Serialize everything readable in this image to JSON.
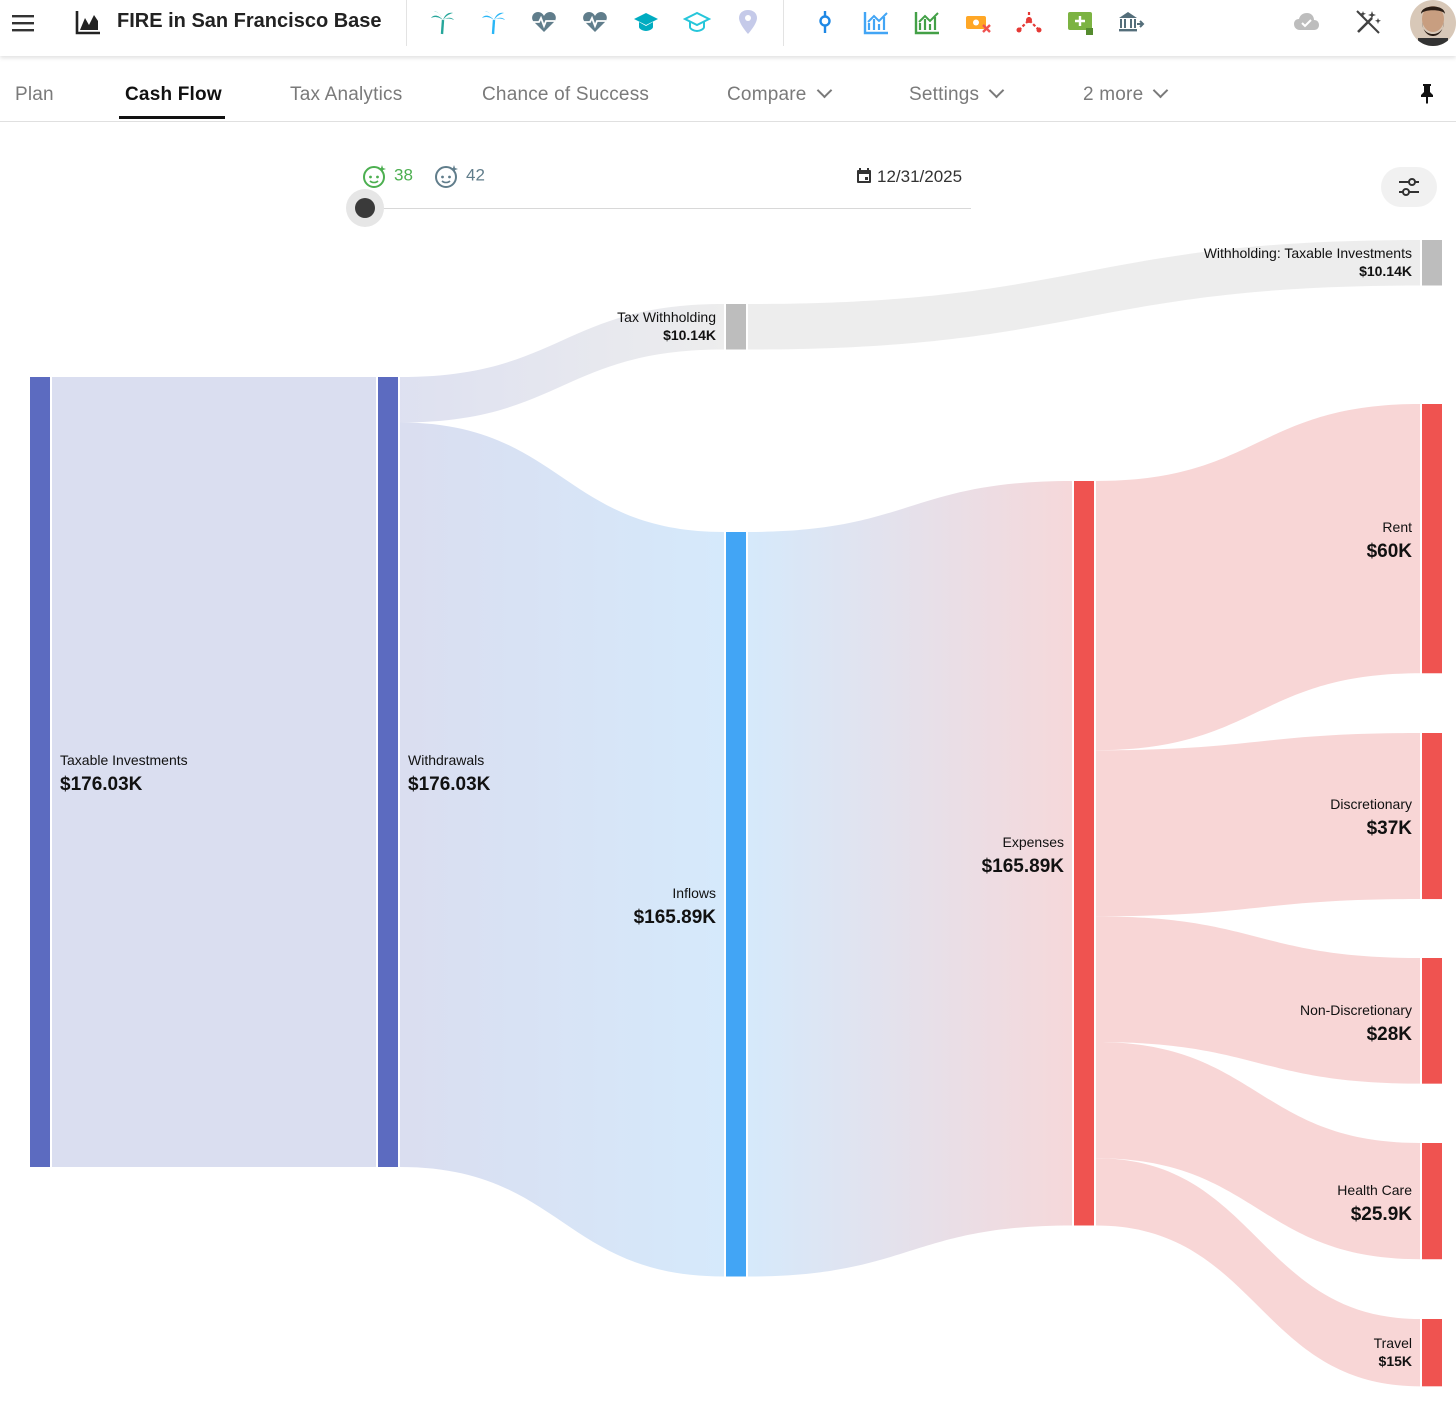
{
  "app": {
    "title": "FIRE in San Francisco Base"
  },
  "toolbar": {
    "icons": [
      "palm-tree-icon",
      "palm-tree-outline-icon",
      "heart-pulse-icon",
      "heart-pulse-outline-icon",
      "graduation-cap-icon",
      "graduation-cap-outline-icon",
      "map-pin-icon",
      "commit-icon",
      "chart-up-icon",
      "chart-up-green-icon",
      "money-off-icon",
      "split-icon",
      "add-card-icon",
      "bank-transfer-icon",
      "cloud-done-icon",
      "magic-off-icon"
    ]
  },
  "tabs": [
    {
      "label": "Plan",
      "active": false
    },
    {
      "label": "Cash Flow",
      "active": true
    },
    {
      "label": "Tax Analytics",
      "active": false
    },
    {
      "label": "Chance of Success",
      "active": false
    },
    {
      "label": "Compare",
      "active": false,
      "dropdown": true
    },
    {
      "label": "Settings",
      "active": false,
      "dropdown": true
    },
    {
      "label": "2 more",
      "active": false,
      "dropdown": true
    }
  ],
  "timeline": {
    "age_self": "38",
    "age_partner": "42",
    "date": "12/31/2025",
    "position": 0
  },
  "colors": {
    "taxable": "#5c6bc0",
    "inflows": "#42a5f5",
    "expenses": "#ef5350",
    "withholding": "#bdbdbd",
    "green_accent": "#4caf50",
    "gray_accent": "#607d8b"
  },
  "chart_data": {
    "type": "sankey",
    "nodes": [
      {
        "id": "taxable",
        "label": "Taxable Investments",
        "value": "$176.03K",
        "amount": 176.03
      },
      {
        "id": "withdrawals",
        "label": "Withdrawals",
        "value": "$176.03K",
        "amount": 176.03
      },
      {
        "id": "tax_withholding",
        "label": "Tax Withholding",
        "value": "$10.14K",
        "amount": 10.14
      },
      {
        "id": "withholding_taxable",
        "label": "Withholding: Taxable Investments",
        "value": "$10.14K",
        "amount": 10.14
      },
      {
        "id": "inflows",
        "label": "Inflows",
        "value": "$165.89K",
        "amount": 165.89
      },
      {
        "id": "expenses",
        "label": "Expenses",
        "value": "$165.89K",
        "amount": 165.89
      },
      {
        "id": "rent",
        "label": "Rent",
        "value": "$60K",
        "amount": 60
      },
      {
        "id": "discretionary",
        "label": "Discretionary",
        "value": "$37K",
        "amount": 37
      },
      {
        "id": "non_discretionary",
        "label": "Non-Discretionary",
        "value": "$28K",
        "amount": 28
      },
      {
        "id": "health_care",
        "label": "Health Care",
        "value": "$25.9K",
        "amount": 25.9
      },
      {
        "id": "travel",
        "label": "Travel",
        "value": "$15K",
        "amount": 15
      }
    ],
    "links": [
      {
        "source": "taxable",
        "target": "withdrawals",
        "value": 176.03
      },
      {
        "source": "withdrawals",
        "target": "tax_withholding",
        "value": 10.14
      },
      {
        "source": "withdrawals",
        "target": "inflows",
        "value": 165.89
      },
      {
        "source": "tax_withholding",
        "target": "withholding_taxable",
        "value": 10.14
      },
      {
        "source": "inflows",
        "target": "expenses",
        "value": 165.89
      },
      {
        "source": "expenses",
        "target": "rent",
        "value": 60
      },
      {
        "source": "expenses",
        "target": "discretionary",
        "value": 37
      },
      {
        "source": "expenses",
        "target": "non_discretionary",
        "value": 28
      },
      {
        "source": "expenses",
        "target": "health_care",
        "value": 25.9
      },
      {
        "source": "expenses",
        "target": "travel",
        "value": 15
      }
    ]
  }
}
